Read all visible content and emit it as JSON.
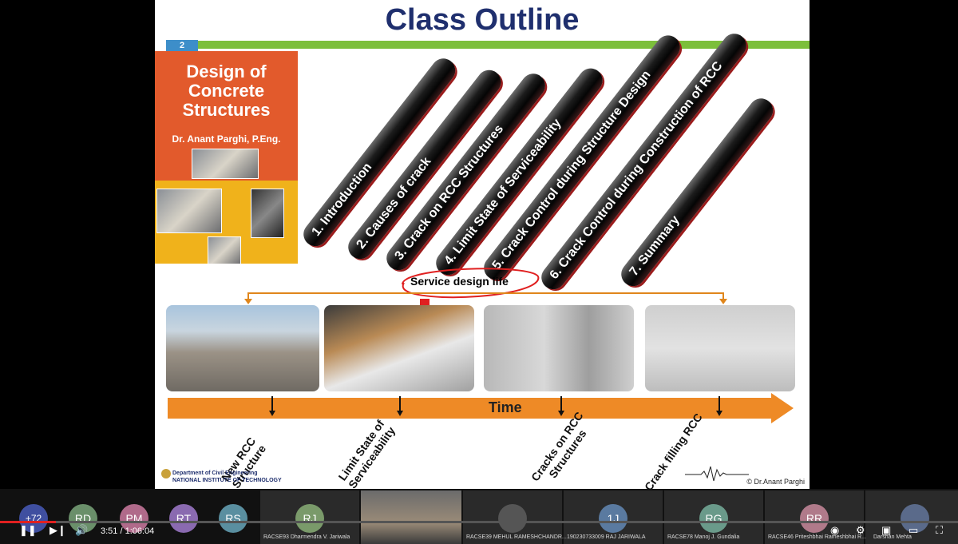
{
  "slide": {
    "title": "Class Outline",
    "number": "2",
    "book": {
      "title_lines": [
        "Design of",
        "Concrete",
        "Structures"
      ],
      "author": "Dr. Anant Parghi, P.Eng."
    },
    "outline": [
      "1. Introduction",
      "2. Causes of crack",
      "3. Crack on RCC Structures",
      "4. Limit State of Serviceability",
      "5. Crack Control during Structure Design",
      "6. Crack Control during Construction of RCC",
      "7. Summary"
    ],
    "service_label": "Service design life",
    "time_label": "Time",
    "timeline_labels": [
      {
        "line1": "New RCC",
        "line2": "Structure"
      },
      {
        "line1": "Limit State of",
        "line2": "Serviceability"
      },
      {
        "line1": "Cracks on RCC",
        "line2": "Structures"
      },
      {
        "line1": "Crack filling RCC",
        "line2": ""
      }
    ],
    "dept_line1": "Department of Civil Engineering",
    "dept_line2": "NATIONAL INSTITUTE OF TECHNOLOGY",
    "copyright": "© Dr.Anant Parghi",
    "annotation_color": "#e02020"
  },
  "meeting": {
    "extra_count": "+72",
    "avatars": [
      {
        "initials": "RD",
        "color": "#6a8f6a"
      },
      {
        "initials": "PM",
        "color": "#b06a8a"
      },
      {
        "initials": "RT",
        "color": "#8a6ab0"
      },
      {
        "initials": "RS",
        "color": "#5a8fa0"
      }
    ],
    "tiles": [
      {
        "initials": "RJ",
        "color": "#7a9a6a",
        "name": "RACSE93 Dharmendra V. Jariwala"
      },
      {
        "initials": "",
        "color": "#444",
        "name": ""
      },
      {
        "initials": "",
        "color": "#555",
        "name": "RACSE39 MEHUL RAMESHCHANDR..."
      },
      {
        "initials": "1J",
        "color": "#5a7aa0",
        "name": "190230733009 RAJ JARIWALA"
      },
      {
        "initials": "RG",
        "color": "#6a9a8a",
        "name": "RACSE78 Manoj J. Gundalia"
      },
      {
        "initials": "RR",
        "color": "#b07a8a",
        "name": "RACSE46 Priteshbhai Rameshbhai R..."
      },
      {
        "initials": "",
        "color": "#5a6a8a",
        "name": "Darshan Mehta"
      }
    ],
    "player_time": "3:51 / 1:06:04",
    "progress_fraction": 0.058
  }
}
